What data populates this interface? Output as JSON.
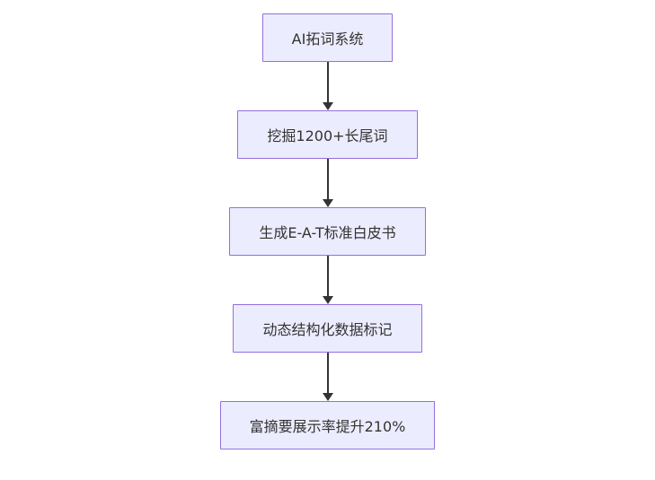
{
  "diagram": {
    "type": "flowchart-vertical",
    "nodes": [
      {
        "id": "n1",
        "label": "AI拓词系统"
      },
      {
        "id": "n2",
        "label": "挖掘1200+长尾词"
      },
      {
        "id": "n3",
        "label": "生成E-A-T标准白皮书"
      },
      {
        "id": "n4",
        "label": "动态结构化数据标记"
      },
      {
        "id": "n5",
        "label": "富摘要展示率提升210%"
      }
    ],
    "edges": [
      {
        "from": "n1",
        "to": "n2",
        "style": "arrow-down"
      },
      {
        "from": "n2",
        "to": "n3",
        "style": "arrow-down"
      },
      {
        "from": "n3",
        "to": "n4",
        "style": "arrow-down"
      },
      {
        "from": "n4",
        "to": "n5",
        "style": "arrow-down"
      }
    ],
    "colors": {
      "node_fill": "#ECECFF",
      "node_border": "#9370DB",
      "node_text": "#333333",
      "arrow": "#333333",
      "background": "#FFFFFF"
    }
  }
}
